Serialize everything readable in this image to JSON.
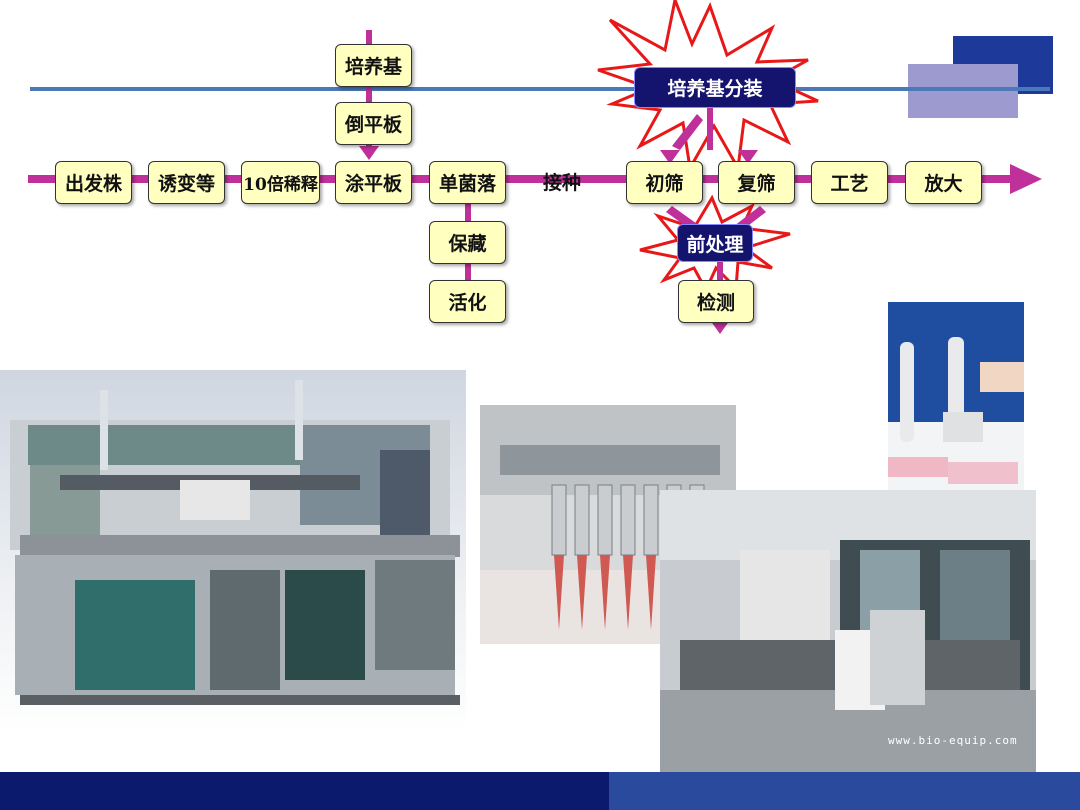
{
  "flow": {
    "timeline_main": [
      "出发株",
      "诱变等",
      "10倍稀释",
      "涂平板",
      "单菌落",
      "初筛",
      "复筛",
      "工艺",
      "放大"
    ],
    "inoculate_label": "接种",
    "upper_steps": [
      "培养基",
      "倒平板"
    ],
    "lower_steps": [
      "保藏",
      "活化"
    ],
    "highlight_top": "培养基分装",
    "highlight_mid": "前处理",
    "detect": "检测"
  },
  "watermark": "www.bio-equip.com",
  "colors": {
    "arrow": "#c0309a",
    "box_fill": "#ffffc0",
    "dark_box": "#14146e",
    "burst": "#e81818",
    "footer": "#0c1a6e"
  }
}
